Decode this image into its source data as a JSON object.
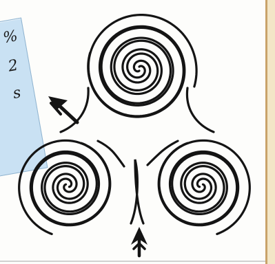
{
  "diagram": {
    "type": "triple-spiral",
    "stroke_color": "#141414",
    "card_color": "#c9e1f3",
    "frame_color": "#c9a36a"
  },
  "note_card": {
    "lines": [
      "%",
      "2",
      "s"
    ]
  },
  "arrows": [
    {
      "name": "exit-arrow",
      "direction": "up-left"
    },
    {
      "name": "entry-arrow",
      "direction": "up"
    }
  ]
}
